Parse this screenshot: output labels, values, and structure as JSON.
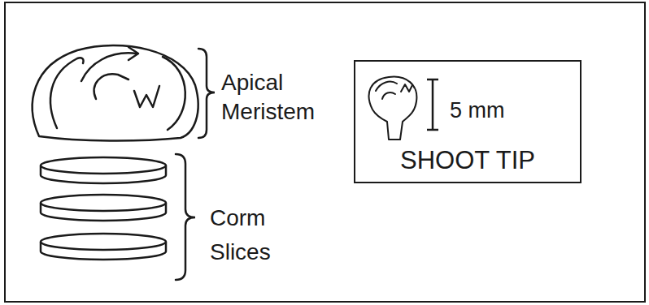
{
  "diagram": {
    "nodes": [
      {
        "text": [
          "5 mm",
          "SHOOT TIP"
        ]
      }
    ],
    "labels": [
      "Apical Meristem",
      "Corm Slices"
    ]
  }
}
